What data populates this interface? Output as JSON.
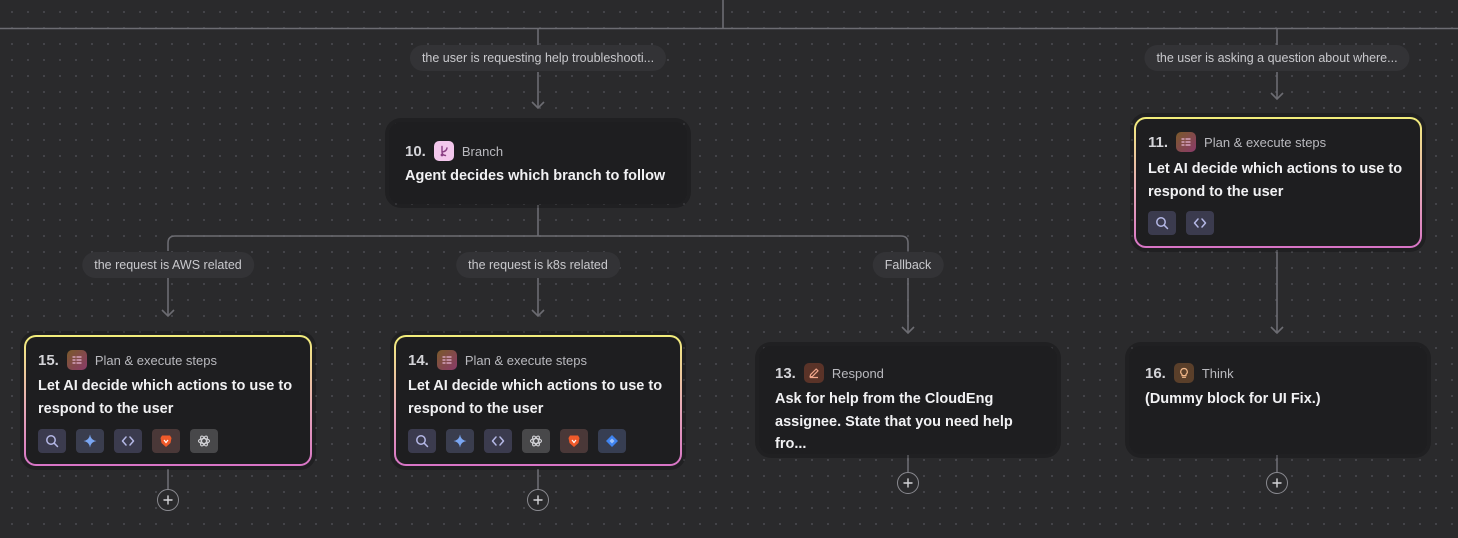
{
  "conditions": {
    "top_left": "the user is requesting help troubleshooti...",
    "top_right": "the user is asking a question about where...",
    "aws": "the request is AWS related",
    "k8s": "the request is k8s related",
    "fallback": "Fallback"
  },
  "blocks": {
    "b10": {
      "num": "10.",
      "type": "Branch",
      "text": "Agent decides which branch to follow"
    },
    "b11": {
      "num": "11.",
      "type": "Plan & execute steps",
      "text": "Let AI decide which actions to use to respond to the user",
      "tools": [
        "search-icon",
        "code-icon"
      ]
    },
    "b15": {
      "num": "15.",
      "type": "Plan & execute steps",
      "text": "Let AI decide which actions to use to respond to the user",
      "tools": [
        "search-icon",
        "sparkle-icon",
        "code-icon",
        "brave-icon",
        "openai-icon"
      ]
    },
    "b14": {
      "num": "14.",
      "type": "Plan & execute steps",
      "text": "Let AI decide which actions to use to respond to the user",
      "tools": [
        "search-icon",
        "sparkle-icon",
        "code-icon",
        "openai-icon",
        "brave-icon",
        "diamond-icon"
      ]
    },
    "b13": {
      "num": "13.",
      "type": "Respond",
      "text": "Ask for help from the CloudEng assignee. State that you need help fro..."
    },
    "b16": {
      "num": "16.",
      "type": "Think",
      "text": "(Dummy block for UI Fix.)"
    }
  },
  "colors": {
    "canvas": "#2a2a2c",
    "card": "#1e1e20",
    "connector": "#6c6c72",
    "glow_top": "#f2ee7a",
    "glow_bottom": "#d874c6"
  }
}
